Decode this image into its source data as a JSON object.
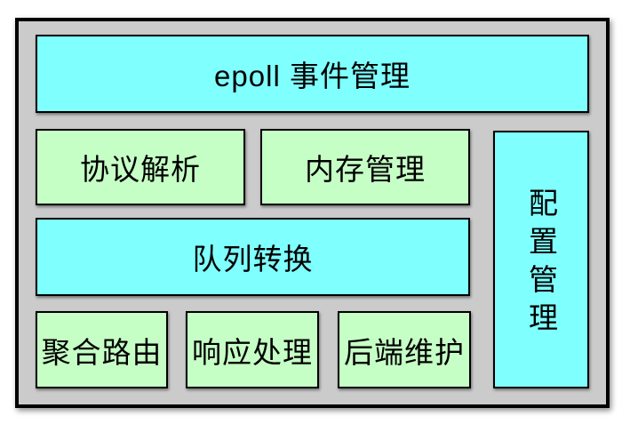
{
  "colors": {
    "frame_background": "#cbcbcb",
    "cyan_block": "#80ffff",
    "green_block": "#c6ffc6",
    "border": "#000000",
    "text": "#000000",
    "page_background": "#ffffff"
  },
  "diagram": {
    "top_block": {
      "label": "epoll 事件管理"
    },
    "row2": {
      "left": {
        "label": "协议解析"
      },
      "right": {
        "label": "内存管理"
      }
    },
    "middle_block": {
      "label": "队列转换"
    },
    "row4": {
      "left": {
        "label": "聚合路由"
      },
      "center": {
        "label": "响应处理"
      },
      "right": {
        "label": "后端维护"
      }
    },
    "side_block": {
      "label": "配置管理"
    }
  }
}
